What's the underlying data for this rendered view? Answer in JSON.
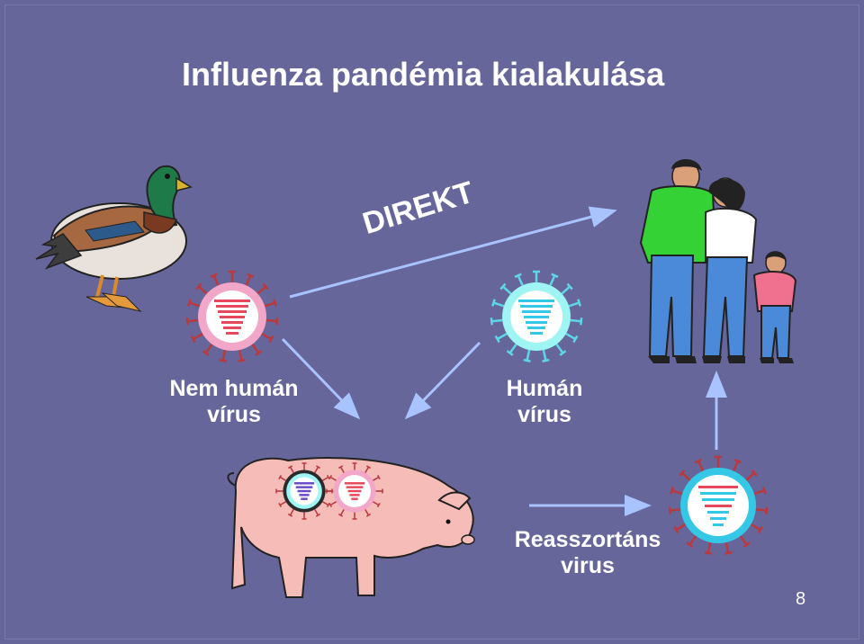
{
  "slide": {
    "title": "Influenza pandémia kialakulása",
    "direct_label": "DIREKT",
    "labels": {
      "non_human_virus": [
        "Nem humán",
        "vírus"
      ],
      "human_virus": [
        "Humán",
        "vírus"
      ],
      "reassortant_virus": [
        "Reasszortáns",
        "virus"
      ]
    },
    "page_number": "8"
  },
  "icons": [
    "duck-icon",
    "avian-virus-icon",
    "human-virus-icon",
    "family-icon",
    "pig-icon",
    "reassortant-virus-icon"
  ],
  "colors": {
    "background": "#66669a",
    "arrow": "#a9c3ff",
    "avian_virus_ring": "#f2a6c8",
    "avian_virus_core": "#e6495c",
    "human_virus_ring": "#9ff5f3",
    "human_virus_core": "#35c8e6",
    "spike": "#b83a3e",
    "pig": "#f5bcb8"
  }
}
